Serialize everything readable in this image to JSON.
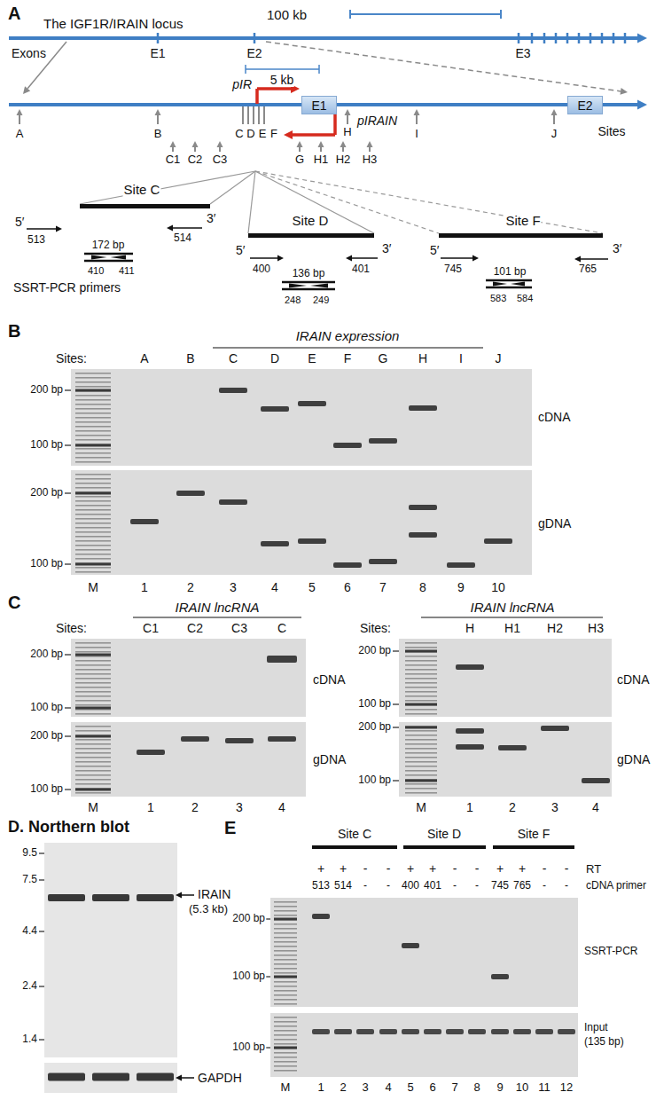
{
  "diagram": {
    "nodes": [
      {
        "text": [
          "E1"
        ]
      },
      {
        "text": [
          "E2"
        ]
      }
    ],
    "labels": [
      "A",
      "The IGF1R/IRAIN locus",
      "100 kb",
      "Exons",
      "E1",
      "E2",
      "E3",
      "5 kb",
      "pIR",
      "pIRAIN",
      "A",
      "B",
      "C",
      "D",
      "E",
      "F",
      "H",
      "I",
      "J",
      "Sites",
      "C1",
      "C2",
      "C3",
      "G",
      "H1",
      "H2",
      "H3",
      "Site C",
      "Site D",
      "Site F",
      "5′",
      "3′",
      "513",
      "514",
      "172 bp",
      "410",
      "411",
      "SSRT-PCR primers",
      "5′",
      "3′",
      "400",
      "401",
      "136 bp",
      "248",
      "249",
      "5′",
      "3′",
      "745",
      "765",
      "101 bp",
      "583",
      "584",
      "B",
      "IRAIN expression",
      "Sites:",
      "A",
      "B",
      "C",
      "D",
      "E",
      "F",
      "G",
      "H",
      "I",
      "J",
      "200 bp",
      "100 bp",
      "cDNA",
      "200 bp",
      "100 bp",
      "gDNA",
      "M",
      "1",
      "2",
      "3",
      "4",
      "5",
      "6",
      "7",
      "8",
      "9",
      "10",
      "C",
      "IRAIN lncRNA",
      "Sites:",
      "C1",
      "C2",
      "C3",
      "C",
      "200 bp",
      "100 bp",
      "cDNA",
      "200 bp",
      "100 bp",
      "gDNA",
      "M",
      "1",
      "2",
      "3",
      "4",
      "IRAIN lncRNA",
      "Sites:",
      "H",
      "H1",
      "H2",
      "H3",
      "200 bp",
      "100 bp",
      "cDNA",
      "200 bp",
      "100 bp",
      "gDNA",
      "M",
      "1",
      "2",
      "3",
      "4",
      "D. Northern blot",
      "9.5",
      "7.5",
      "4.4",
      "2.4",
      "1.4",
      "IRAIN",
      "(5.3 kb)",
      "GAPDH",
      "E",
      "Site C",
      "Site D",
      "Site F",
      "RT",
      "+",
      "+",
      "-",
      "-",
      "+",
      "+",
      "-",
      "-",
      "+",
      "+",
      "-",
      "-",
      "cDNA primer",
      "513",
      "514",
      "-",
      "-",
      "400",
      "401",
      "-",
      "-",
      "745",
      "765",
      "-",
      "-",
      "200 bp",
      "100 bp",
      "SSRT-PCR",
      "100 bp",
      "Input",
      "(135 bp)",
      "M",
      "1",
      "2",
      "3",
      "4",
      "5",
      "6",
      "7",
      "8",
      "9",
      "10",
      "11",
      "12"
    ]
  }
}
